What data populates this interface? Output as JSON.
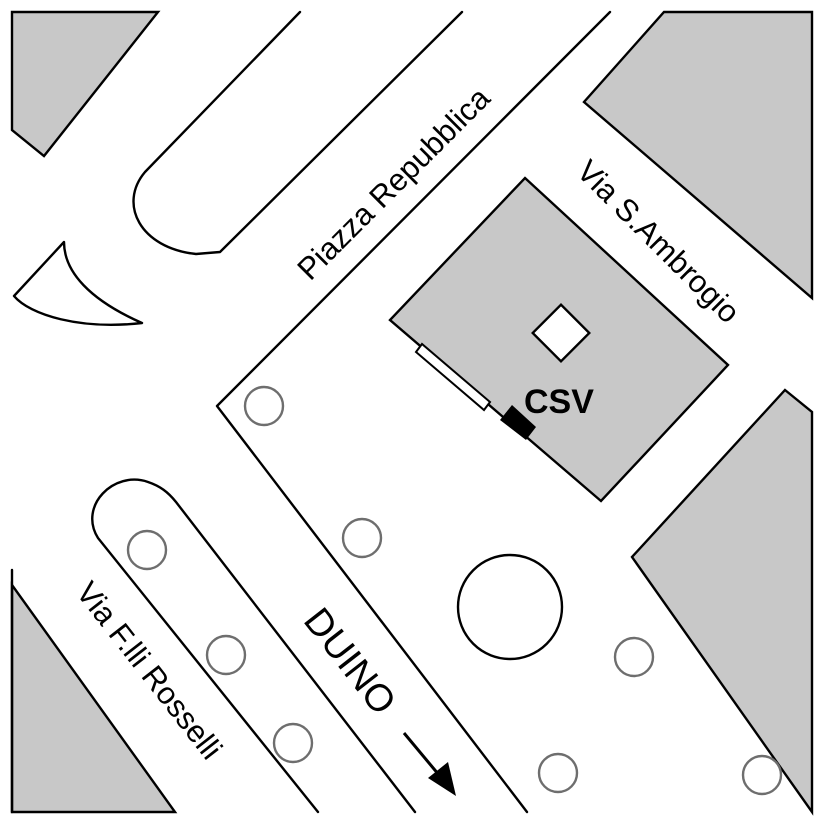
{
  "map": {
    "streets": {
      "piazza_repubblica": "Piazza Repubblica",
      "via_s_ambrogio": "Via S.Ambrogio",
      "via_f_lli_rosselli": "Via F.lli Rosselli"
    },
    "direction_label": "DUINO",
    "poi_label": "CSV",
    "colors": {
      "building_fill": "#c8c8c8",
      "outline": "#000000",
      "tree_stroke": "#6e6e6e",
      "background": "#ffffff"
    },
    "icons": [
      "tree-icon",
      "direction-arrow-icon",
      "entrance-marker-icon"
    ]
  }
}
